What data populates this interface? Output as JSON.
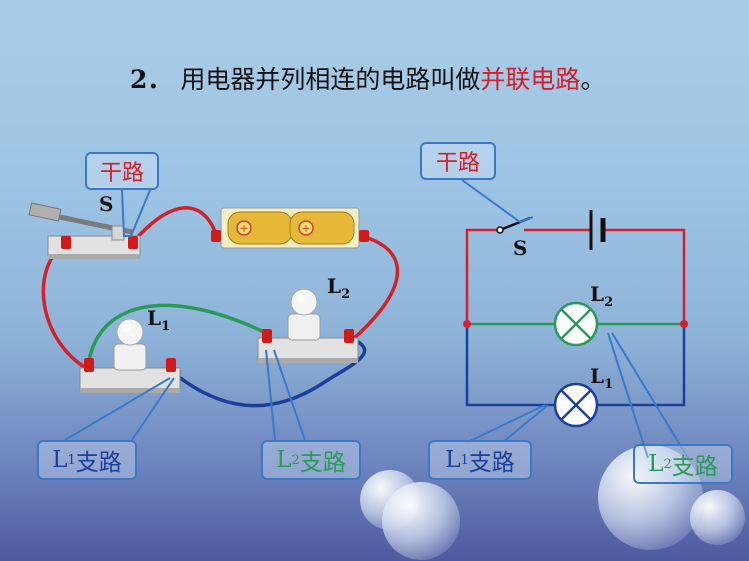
{
  "title": {
    "number": "2．",
    "text": "用电器并列相连的电路叫做",
    "highlight": "并联电路",
    "end": "。"
  },
  "labels": {
    "main_circuit": "干路",
    "branch_suffix": "支路",
    "L": "L",
    "sub1": "1",
    "sub2": "2",
    "switch": "S"
  },
  "colors": {
    "trunk": "#d4202a",
    "l1_branch": "#1c3f9a",
    "l2_branch": "#2a9a5a",
    "callout": "#3a79c8"
  }
}
